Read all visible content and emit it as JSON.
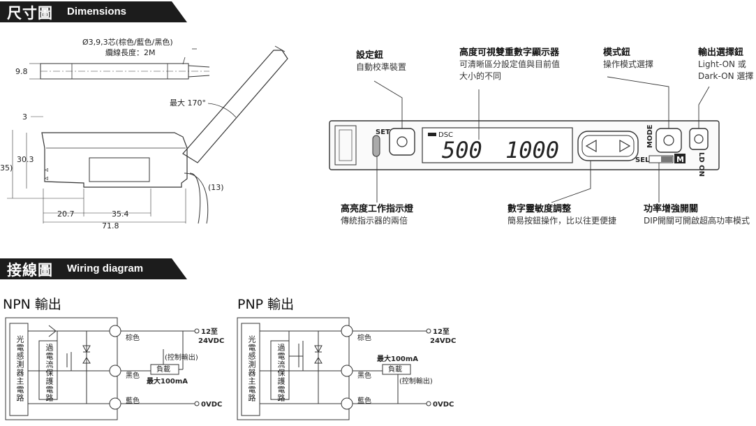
{
  "dimensions_banner": {
    "zh": "尺寸圖",
    "en": "Dimensions"
  },
  "wiring_banner": {
    "zh": "接線圖",
    "en": "Wiring diagram"
  },
  "dimensions": {
    "cable_spec": "Ø3,9,3芯(棕色/藍色/黑色)",
    "cable_length": "纜線長度：2M",
    "dims": [
      "9.8",
      "3",
      "30.3",
      "35)",
      "20.7",
      "35.4",
      "71.8",
      "(13)"
    ],
    "max_angle": "最大 170°"
  },
  "device": {
    "set_label": "SET",
    "dsc_label": "DSC",
    "display_left": "500",
    "display_right": "1000",
    "mode_label": "MODE",
    "sel_label": "SEL",
    "m_label": "M",
    "ld_on_label": "LD ON"
  },
  "callouts": [
    {
      "title": "設定鈕",
      "lines": [
        "自動校準裝置"
      ]
    },
    {
      "title": "高度可視雙重數字顯示器",
      "lines": [
        "可清晰區分設定值與目前值",
        "大小的不同"
      ]
    },
    {
      "title": "模式鈕",
      "lines": [
        "操作模式選擇"
      ]
    },
    {
      "title": "輸出選擇鈕",
      "lines": [
        "Light-ON 或",
        "Dark-ON 選擇"
      ]
    },
    {
      "title": "高亮度工作指示燈",
      "lines": [
        "傳統指示器的兩倍"
      ]
    },
    {
      "title": "數字靈敏度調整",
      "lines": [
        "簡易按鈕操作，比以往更便捷"
      ]
    },
    {
      "title": "功率增強開關",
      "lines": [
        "DIP開關可開啟超高功率模式"
      ]
    }
  ],
  "npn": {
    "title": "NPN 輸出",
    "main_circuit": "光電感測器主電路",
    "protect": "過電流保護電路",
    "brown": "棕色",
    "black": "黑色",
    "blue": "藍色",
    "v12": "12至",
    "v24": "24VDC",
    "v0": "0VDC",
    "ctrl": "(控制輸出)",
    "load": "負載",
    "max": "最大100mA"
  },
  "pnp": {
    "title": "PNP 輸出",
    "main_circuit": "光電感測器主電路",
    "protect": "過電流保護電路",
    "brown": "棕色",
    "black": "黑色",
    "blue": "藍色",
    "v12": "12至",
    "v24": "24VDC",
    "v0": "0VDC",
    "ctrl": "(控制輸出)",
    "load": "負載",
    "max": "最大100mA"
  }
}
